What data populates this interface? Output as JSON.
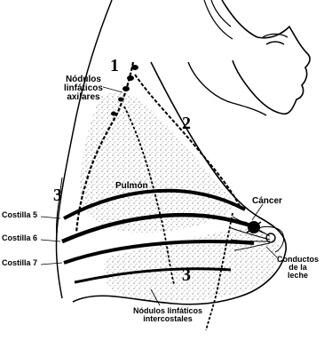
{
  "labels": {
    "nodulos_axilares": "Nódulos linfáticos axilares",
    "nodulos_axilares_lines": [
      "Nódulos",
      "linfáticos",
      "axilares"
    ],
    "pulmon": "Pulmón",
    "cancer": "Cáncer",
    "costilla_5": "Costilla 5",
    "costilla_6": "Costilla 6",
    "costilla_7": "Costilla 7",
    "conductos_lines": [
      "Conductos",
      "de la",
      "leche"
    ],
    "nodulos_intercostales_lines": [
      "Nódulos linfáticos",
      "intercostales"
    ]
  },
  "markers": {
    "one": "1",
    "two": "2",
    "three_left": "3",
    "three_bottom": "3"
  },
  "colors": {
    "ink": "#000000",
    "paper": "#ffffff",
    "stipple": "#6b6b6b"
  }
}
